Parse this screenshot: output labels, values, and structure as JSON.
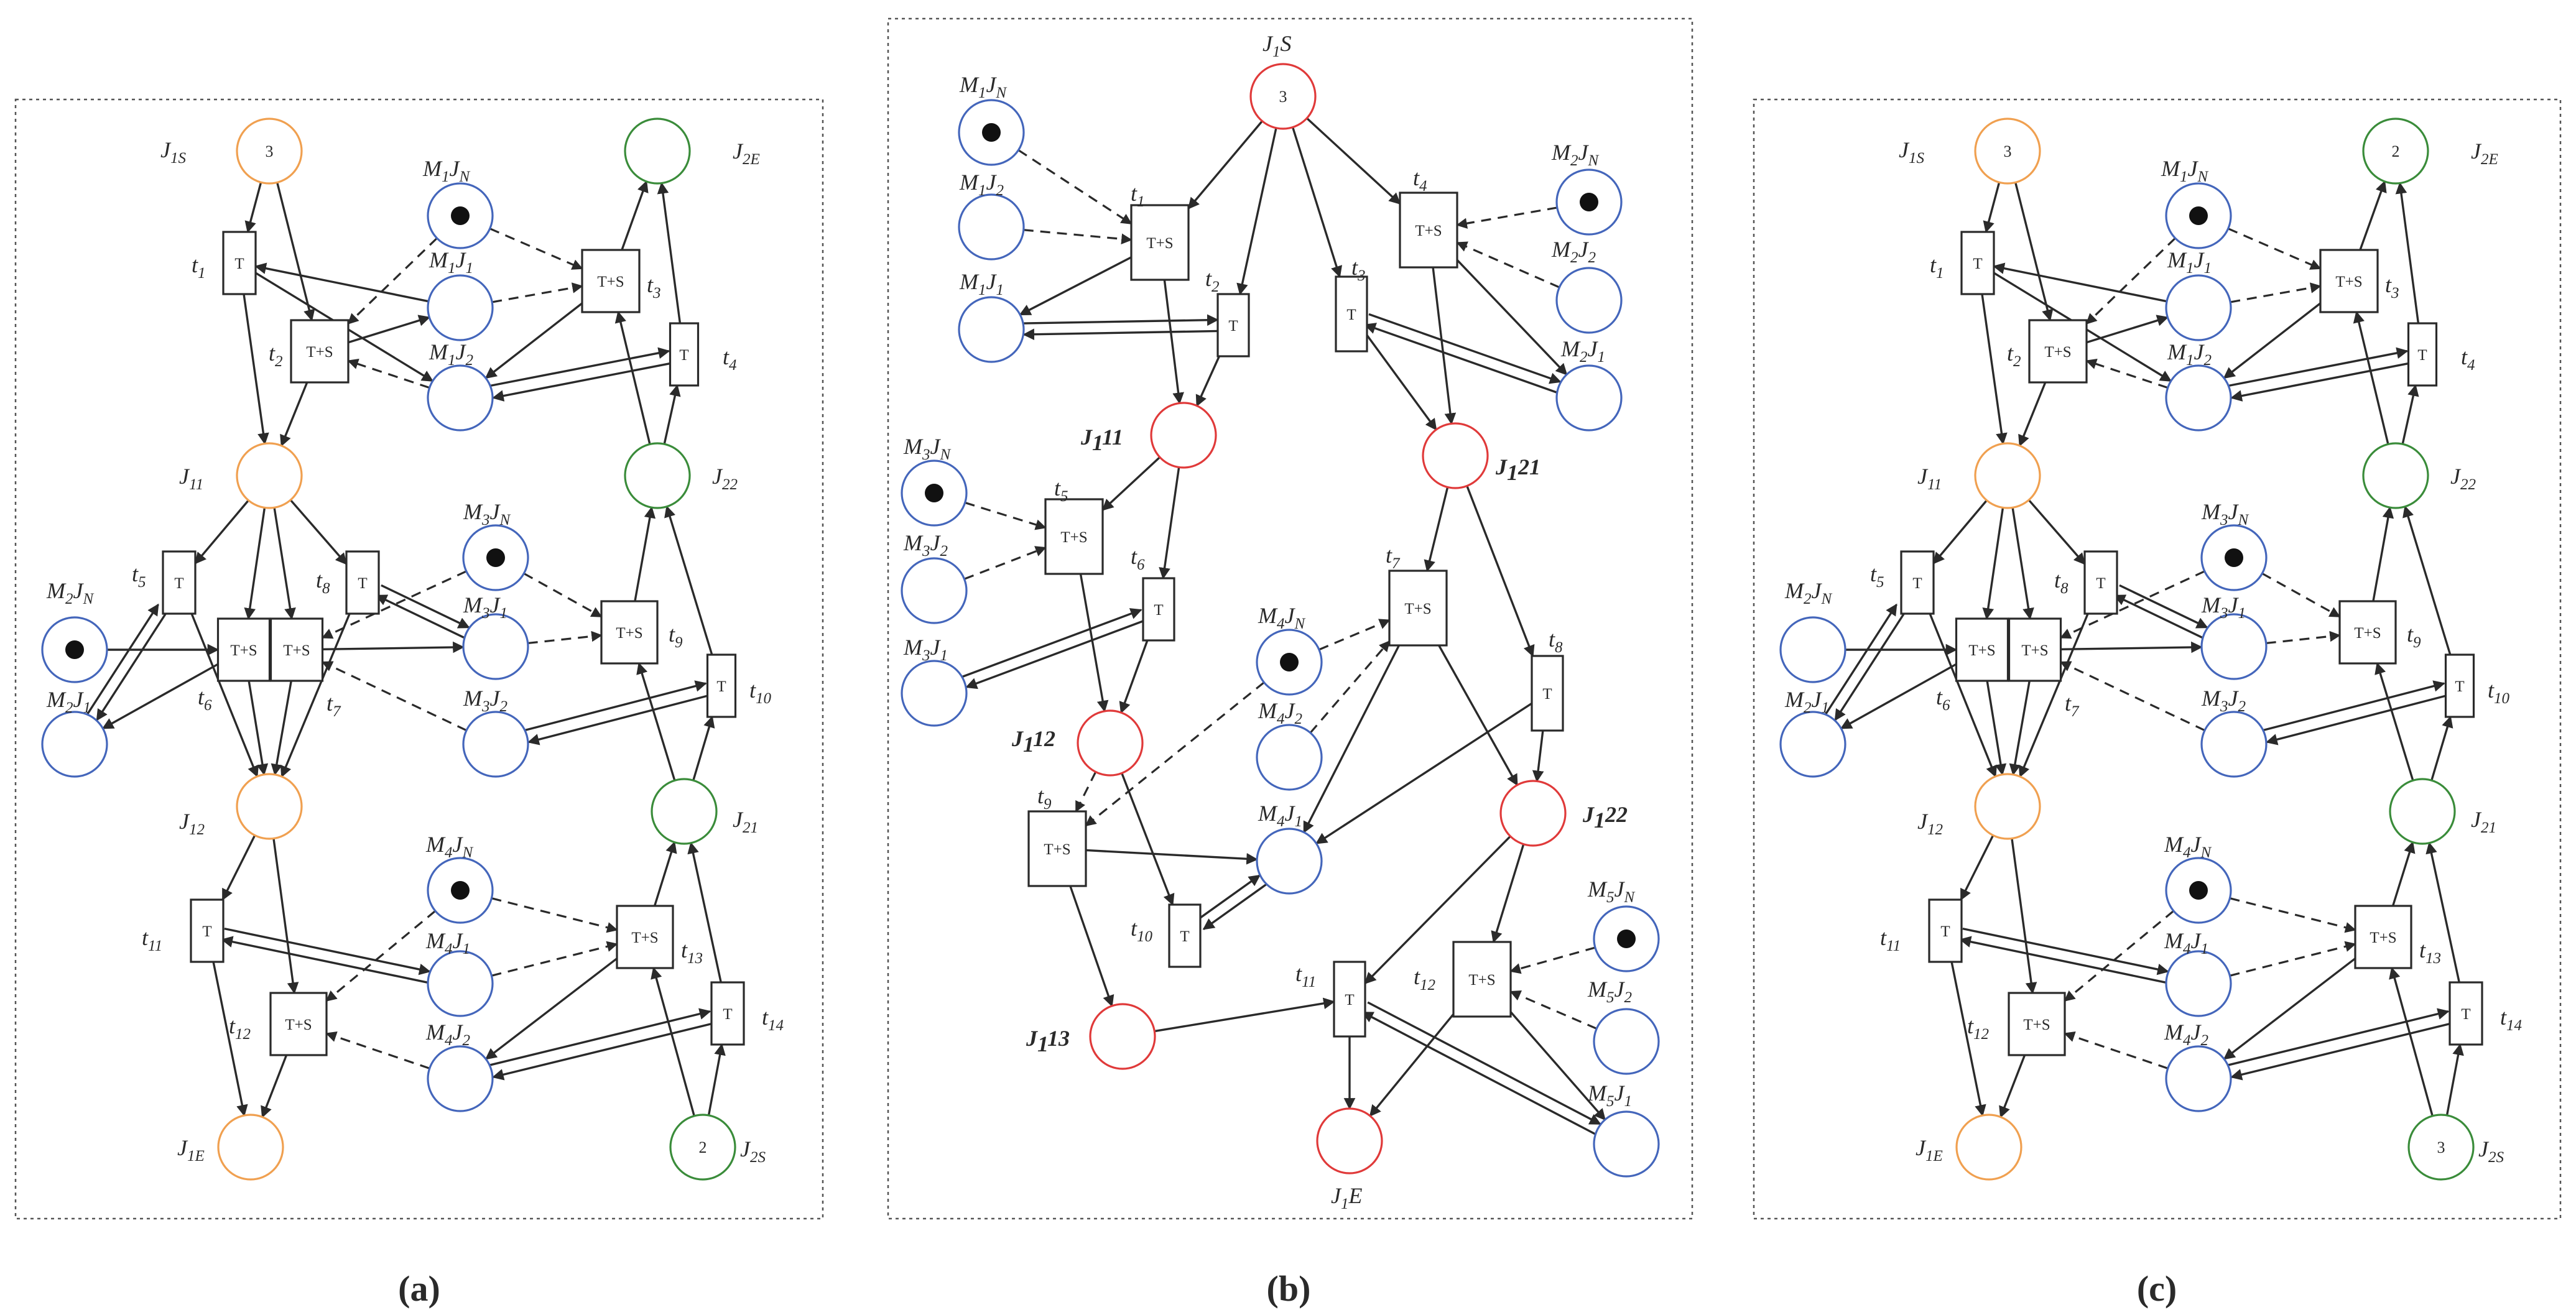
{
  "colors": {
    "orange": "#f0a050",
    "green": "#3a8c3a",
    "blue": "#4466bb",
    "red": "#e03a3a",
    "ink": "#2a2a2a",
    "frame": "#555555"
  },
  "transition_labels": {
    "T": "T",
    "TS": "T+S"
  },
  "panels": {
    "a": {
      "caption": "(a)",
      "labels": {
        "J1S": [
          "J",
          "1S"
        ],
        "J2E": [
          "J",
          "2E"
        ],
        "J11": [
          "J",
          "11"
        ],
        "J22": [
          "J",
          "22"
        ],
        "J12": [
          "J",
          "12"
        ],
        "J21": [
          "J",
          "21"
        ],
        "J1E": [
          "J",
          "1E"
        ],
        "J2S": [
          "J",
          "2S"
        ],
        "M1JN": [
          "M",
          "1",
          "J",
          "N"
        ],
        "M1J1": [
          "M",
          "1",
          "J",
          "1"
        ],
        "M1J2": [
          "M",
          "1",
          "J",
          "2"
        ],
        "M3JN": [
          "M",
          "3",
          "J",
          "N"
        ],
        "M3J1": [
          "M",
          "3",
          "J",
          "1"
        ],
        "M3J2": [
          "M",
          "3",
          "J",
          "2"
        ],
        "M2JN": [
          "M",
          "2",
          "J",
          "N"
        ],
        "M2J1": [
          "M",
          "2",
          "J",
          "1"
        ],
        "M4JN": [
          "M",
          "4",
          "J",
          "N"
        ],
        "M4J1": [
          "M",
          "4",
          "J",
          "1"
        ],
        "M4J2": [
          "M",
          "4",
          "J",
          "2"
        ],
        "t1": [
          "t",
          "1"
        ],
        "t2": [
          "t",
          "2"
        ],
        "t3": [
          "t",
          "3"
        ],
        "t4": [
          "t",
          "4"
        ],
        "t5": [
          "t",
          "5"
        ],
        "t6": [
          "t",
          "6"
        ],
        "t7": [
          "t",
          "7"
        ],
        "t8": [
          "t",
          "8"
        ],
        "t9": [
          "t",
          "9"
        ],
        "t10": [
          "t",
          "10"
        ],
        "t11": [
          "t",
          "11"
        ],
        "t12": [
          "t",
          "12"
        ],
        "t13": [
          "t",
          "13"
        ],
        "t14": [
          "t",
          "14"
        ]
      },
      "counts": {
        "J1S": "3",
        "J2S": "2"
      }
    },
    "b": {
      "caption": "(b)",
      "labels": {
        "J1S": [
          "J",
          "1",
          "S"
        ],
        "J111": [
          "J",
          "1",
          "11"
        ],
        "J121": [
          "J",
          "1",
          "21"
        ],
        "J112": [
          "J",
          "1",
          "12"
        ],
        "J122": [
          "J",
          "1",
          "22"
        ],
        "J113": [
          "J",
          "1",
          "13"
        ],
        "J1E": [
          "J",
          "1",
          "E"
        ],
        "M1JN": [
          "M",
          "1",
          "J",
          "N"
        ],
        "M1J2": [
          "M",
          "1",
          "J",
          "2"
        ],
        "M1J1": [
          "M",
          "1",
          "J",
          "1"
        ],
        "M2JN": [
          "M",
          "2",
          "J",
          "N"
        ],
        "M2J2": [
          "M",
          "2",
          "J",
          "2"
        ],
        "M2J1": [
          "M",
          "2",
          "J",
          "1"
        ],
        "M3JN": [
          "M",
          "3",
          "J",
          "N"
        ],
        "M3J2": [
          "M",
          "3",
          "J",
          "2"
        ],
        "M3J1": [
          "M",
          "3",
          "J",
          "1"
        ],
        "M4JN": [
          "M",
          "4",
          "J",
          "N"
        ],
        "M4J2": [
          "M",
          "4",
          "J",
          "2"
        ],
        "M4J1": [
          "M",
          "4",
          "J",
          "1"
        ],
        "M5JN": [
          "M",
          "5",
          "J",
          "N"
        ],
        "M5J2": [
          "M",
          "5",
          "J",
          "2"
        ],
        "M5J1": [
          "M",
          "5",
          "J",
          "1"
        ],
        "t1": [
          "t",
          "1"
        ],
        "t2": [
          "t",
          "2"
        ],
        "t3": [
          "t",
          "3"
        ],
        "t4": [
          "t",
          "4"
        ],
        "t5": [
          "t",
          "5"
        ],
        "t6": [
          "t",
          "6"
        ],
        "t7": [
          "t",
          "7"
        ],
        "t8": [
          "t",
          "8"
        ],
        "t9": [
          "t",
          "9"
        ],
        "t10": [
          "t",
          "10"
        ],
        "t11": [
          "t",
          "11"
        ],
        "t12": [
          "t",
          "12"
        ]
      },
      "counts": {
        "J1S": "3"
      }
    },
    "c": {
      "caption": "(c)",
      "labels": {
        "J1S": [
          "J",
          "1S"
        ],
        "J2E": [
          "J",
          "2E"
        ],
        "J11": [
          "J",
          "11"
        ],
        "J22": [
          "J",
          "22"
        ],
        "J12": [
          "J",
          "12"
        ],
        "J21": [
          "J",
          "21"
        ],
        "J1E": [
          "J",
          "1E"
        ],
        "J2S": [
          "J",
          "2S"
        ],
        "M1JN": [
          "M",
          "1",
          "J",
          "N"
        ],
        "M1J1": [
          "M",
          "1",
          "J",
          "1"
        ],
        "M1J2": [
          "M",
          "1",
          "J",
          "2"
        ],
        "M3JN": [
          "M",
          "3",
          "J",
          "N"
        ],
        "M3J1": [
          "M",
          "3",
          "J",
          "1"
        ],
        "M3J2": [
          "M",
          "3",
          "J",
          "2"
        ],
        "M2JN": [
          "M",
          "2",
          "J",
          "N"
        ],
        "M2J1": [
          "M",
          "2",
          "J",
          "1"
        ],
        "M4JN": [
          "M",
          "4",
          "J",
          "N"
        ],
        "M4J1": [
          "M",
          "4",
          "J",
          "1"
        ],
        "M4J2": [
          "M",
          "4",
          "J",
          "2"
        ],
        "t1": [
          "t",
          "1"
        ],
        "t2": [
          "t",
          "2"
        ],
        "t3": [
          "t",
          "3"
        ],
        "t4": [
          "t",
          "4"
        ],
        "t5": [
          "t",
          "5"
        ],
        "t6": [
          "t",
          "6"
        ],
        "t7": [
          "t",
          "7"
        ],
        "t8": [
          "t",
          "8"
        ],
        "t9": [
          "t",
          "9"
        ],
        "t10": [
          "t",
          "10"
        ],
        "t11": [
          "t",
          "11"
        ],
        "t12": [
          "t",
          "12"
        ],
        "t13": [
          "t",
          "13"
        ],
        "t14": [
          "t",
          "14"
        ]
      },
      "counts": {
        "J1S": "3",
        "J2E": "2",
        "J2S": "3"
      }
    }
  }
}
